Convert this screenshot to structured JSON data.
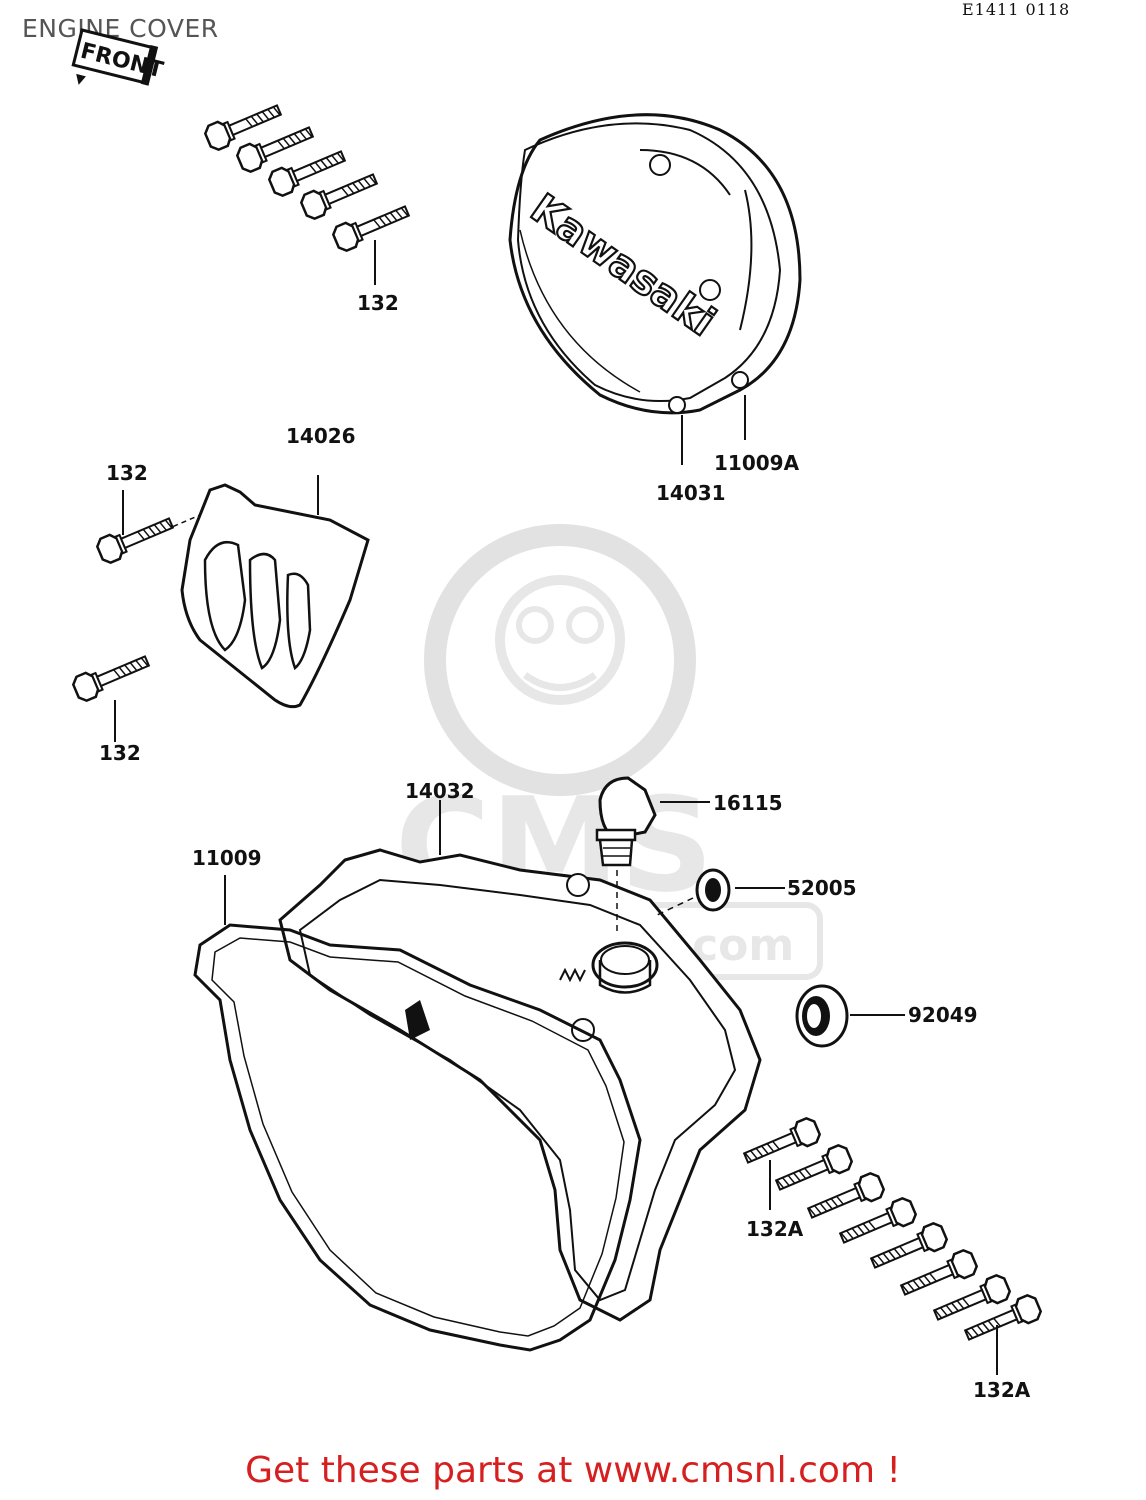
{
  "header": {
    "title": "ENGINE COVER",
    "diagram_code": "E1411 0118"
  },
  "front_indicator": "FRONT",
  "cover_brand": "Kawasaki",
  "watermark": {
    "logo_text": "CMS",
    "url_text": "www.cmsnl.com"
  },
  "callouts": [
    {
      "id": "c-132-top",
      "label": "132"
    },
    {
      "id": "c-14026",
      "label": "14026"
    },
    {
      "id": "c-132-mid",
      "label": "132"
    },
    {
      "id": "c-132-low",
      "label": "132"
    },
    {
      "id": "c-14031",
      "label": "14031"
    },
    {
      "id": "c-11009a",
      "label": "11009A"
    },
    {
      "id": "c-14032",
      "label": "14032"
    },
    {
      "id": "c-16115",
      "label": "16115"
    },
    {
      "id": "c-11009",
      "label": "11009"
    },
    {
      "id": "c-52005",
      "label": "52005"
    },
    {
      "id": "c-92049",
      "label": "92049"
    },
    {
      "id": "c-132a-top",
      "label": "132A"
    },
    {
      "id": "c-132a-bottom",
      "label": "132A"
    }
  ],
  "footer": {
    "link_text": "Get these parts at www.cmsnl.com !"
  }
}
